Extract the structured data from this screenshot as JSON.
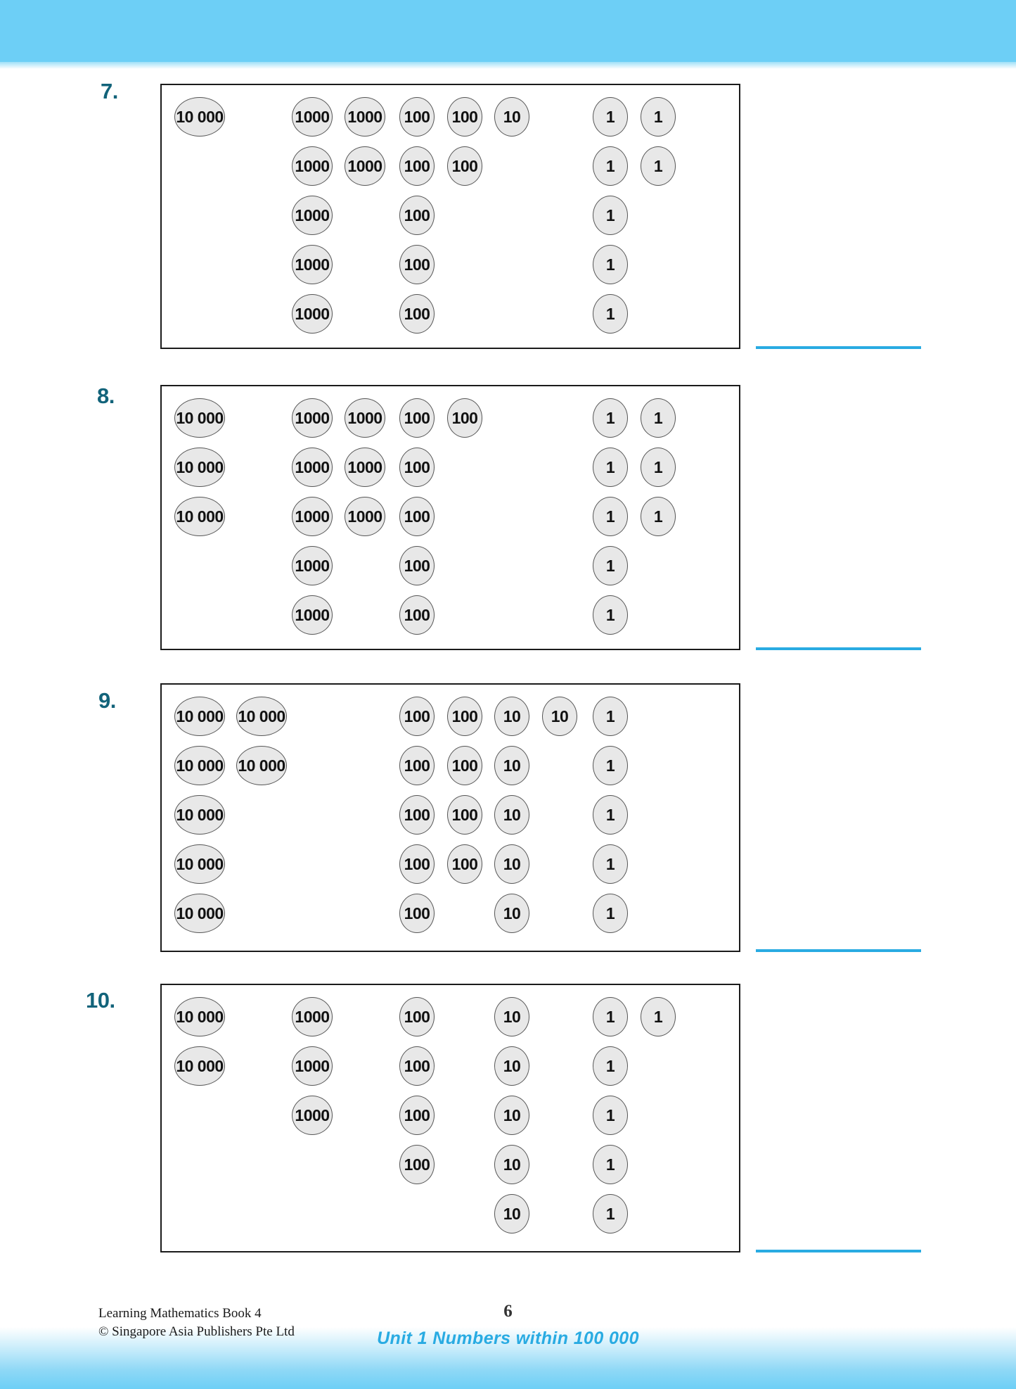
{
  "page": {
    "banner_color": "#6DCFF6",
    "accent_color": "#29ABE2",
    "question_number_color": "#12637A",
    "disc_fill": "#e8e8e8"
  },
  "footer": {
    "book_title": "Learning Mathematics Book 4",
    "copyright": "© Singapore Asia Publishers Pte Ltd",
    "page_number": "6",
    "unit_label": "Unit 1  Numbers within 100 000"
  },
  "questions": [
    {
      "number": "7.",
      "answer_value": "",
      "groups": [
        {
          "value": "10 000",
          "rows": [
            1
          ]
        },
        {
          "value": "1000",
          "rows": [
            2,
            2,
            1,
            1,
            1
          ]
        },
        {
          "value": "100",
          "rows": [
            2,
            2,
            1,
            1,
            1
          ]
        },
        {
          "value": "10",
          "rows": [
            1
          ]
        },
        {
          "value": "1",
          "rows": [
            2,
            2,
            1,
            1,
            1
          ]
        }
      ]
    },
    {
      "number": "8.",
      "answer_value": "",
      "groups": [
        {
          "value": "10 000",
          "rows": [
            1,
            1,
            1
          ]
        },
        {
          "value": "1000",
          "rows": [
            2,
            2,
            2,
            1,
            1
          ]
        },
        {
          "value": "100",
          "rows": [
            2,
            1,
            1,
            1,
            1
          ]
        },
        {
          "value": "10",
          "rows": []
        },
        {
          "value": "1",
          "rows": [
            2,
            2,
            2,
            1,
            1
          ]
        }
      ]
    },
    {
      "number": "9.",
      "answer_value": "",
      "groups": [
        {
          "value": "10 000",
          "rows": [
            2,
            2,
            1,
            1,
            1
          ]
        },
        {
          "value": "1000",
          "rows": []
        },
        {
          "value": "100",
          "rows": [
            2,
            2,
            2,
            2,
            1
          ]
        },
        {
          "value": "10",
          "rows": [
            2,
            1,
            1,
            1,
            1
          ]
        },
        {
          "value": "1",
          "rows": [
            1,
            1,
            1,
            1,
            1
          ]
        }
      ]
    },
    {
      "number": "10.",
      "answer_value": "",
      "groups": [
        {
          "value": "10 000",
          "rows": [
            1,
            1
          ]
        },
        {
          "value": "1000",
          "rows": [
            1,
            1,
            1
          ]
        },
        {
          "value": "100",
          "rows": [
            1,
            1,
            1,
            1
          ]
        },
        {
          "value": "10",
          "rows": [
            1,
            1,
            1,
            1,
            1
          ]
        },
        {
          "value": "1",
          "rows": [
            2,
            1,
            1,
            1,
            1
          ]
        }
      ]
    }
  ]
}
